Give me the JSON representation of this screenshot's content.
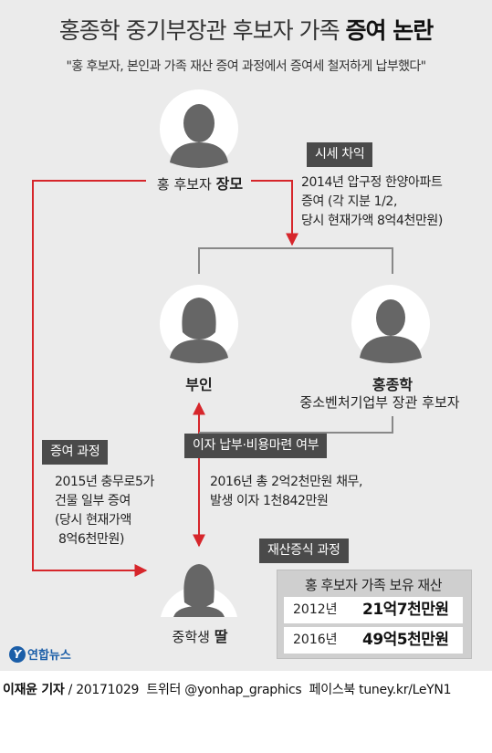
{
  "title": {
    "normal": "홍종학 중기부장관 후보자 가족",
    "bold": "증여 논란"
  },
  "subtitle": "\"홍 후보자, 본인과 가족 재산 증여 과정에서 증여세 철저하게 납부했다\"",
  "people": {
    "mother_in_law": {
      "prefix": "홍 후보자",
      "name": "장모"
    },
    "wife": {
      "name": "부인"
    },
    "candidate": {
      "name": "홍종학",
      "role": "중소벤처기업부 장관 후보자"
    },
    "daughter": {
      "prefix": "중학생",
      "name": "딸"
    }
  },
  "tags": {
    "market_gap": "시세 차익",
    "gift_process": "증여 과정",
    "interest": "이자 납부·비용마련 여부",
    "asset_growth": "재산증식 과정"
  },
  "notes": {
    "apartment": [
      "2014년 압구정 한양아파트",
      "증여 (각 지분 1/2,",
      "당시 현재가액 8억4천만원)"
    ],
    "building": [
      "2015년 충무로5가",
      "건물 일부 증여",
      "(당시 현재가액",
      " 8억6천만원)"
    ],
    "debt": [
      "2016년 총 2억2천만원 채무,",
      "발생 이자 1천842만원"
    ]
  },
  "assets": {
    "title": "홍 후보자 가족 보유 재산",
    "rows": [
      {
        "year": "2012년",
        "value": "21억7천만원"
      },
      {
        "year": "2016년",
        "value": "49억5천만원"
      }
    ]
  },
  "logo": {
    "mark": "Y",
    "text": "연합뉴스"
  },
  "credit": {
    "reporter": "이재윤 기자",
    "info": " / 20171029  트위터 @yonhap_graphics  페이스북 tuney.kr/LeYN1"
  },
  "colors": {
    "panel": "#ebebeb",
    "arrow_red": "#d6262b",
    "line_gray": "#888888",
    "tag_bg": "#4a4a4a",
    "silhouette": "#666666",
    "logo_blue": "#1b5ea8"
  }
}
